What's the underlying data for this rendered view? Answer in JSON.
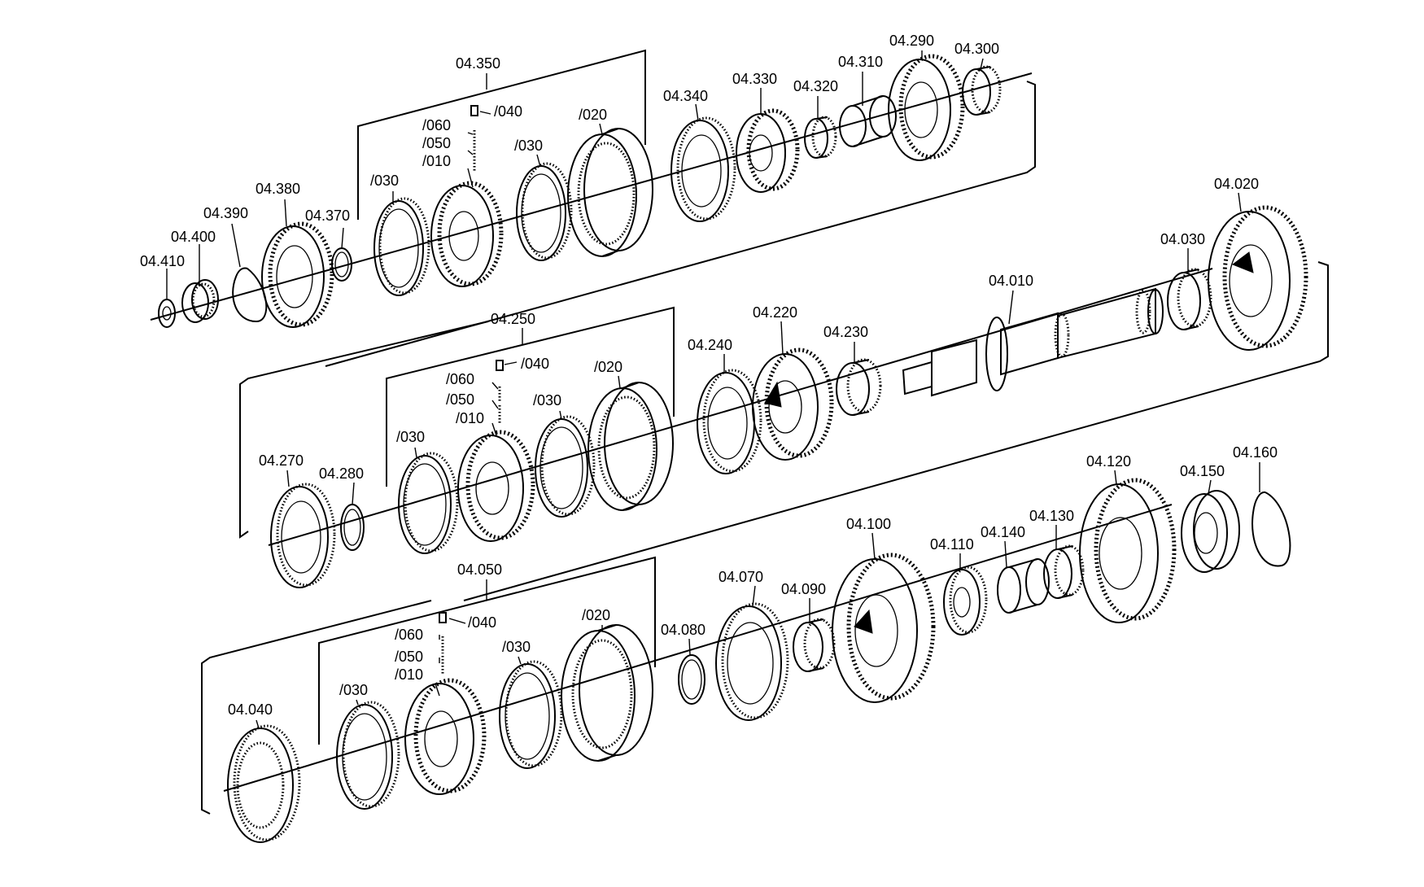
{
  "diagram": {
    "labels": {
      "p04_410": "04.410",
      "p04_400": "04.400",
      "p04_390": "04.390",
      "p04_380": "04.380",
      "p04_370": "04.370",
      "p04_350": "04.350",
      "p04_350_030a": "/030",
      "p04_350_060": "/060",
      "p04_350_050": "/050",
      "p04_350_010": "/010",
      "p04_350_040": "/040",
      "p04_350_030b": "/030",
      "p04_350_020": "/020",
      "p04_340": "04.340",
      "p04_330": "04.330",
      "p04_320": "04.320",
      "p04_310": "04.310",
      "p04_290": "04.290",
      "p04_300": "04.300",
      "p04_020": "04.020",
      "p04_030": "04.030",
      "p04_010": "04.010",
      "p04_230": "04.230",
      "p04_220": "04.220",
      "p04_240": "04.240",
      "p04_250": "04.250",
      "p04_250_060": "/060",
      "p04_250_050": "/050",
      "p04_250_010": "/010",
      "p04_250_040": "/040",
      "p04_250_030a": "/030",
      "p04_250_030b": "/030",
      "p04_250_020": "/020",
      "p04_270": "04.270",
      "p04_280": "04.280",
      "p04_050": "04.050",
      "p04_040": "04.040",
      "p04_050_030a": "/030",
      "p04_050_060": "/060",
      "p04_050_050": "/050",
      "p04_050_010": "/010",
      "p04_050_040": "/040",
      "p04_050_030b": "/030",
      "p04_050_020": "/020",
      "p04_080": "04.080",
      "p04_070": "04.070",
      "p04_090": "04.090",
      "p04_100": "04.100",
      "p04_110": "04.110",
      "p04_140": "04.140",
      "p04_130": "04.130",
      "p04_120": "04.120",
      "p04_150": "04.150",
      "p04_160": "04.160"
    }
  }
}
